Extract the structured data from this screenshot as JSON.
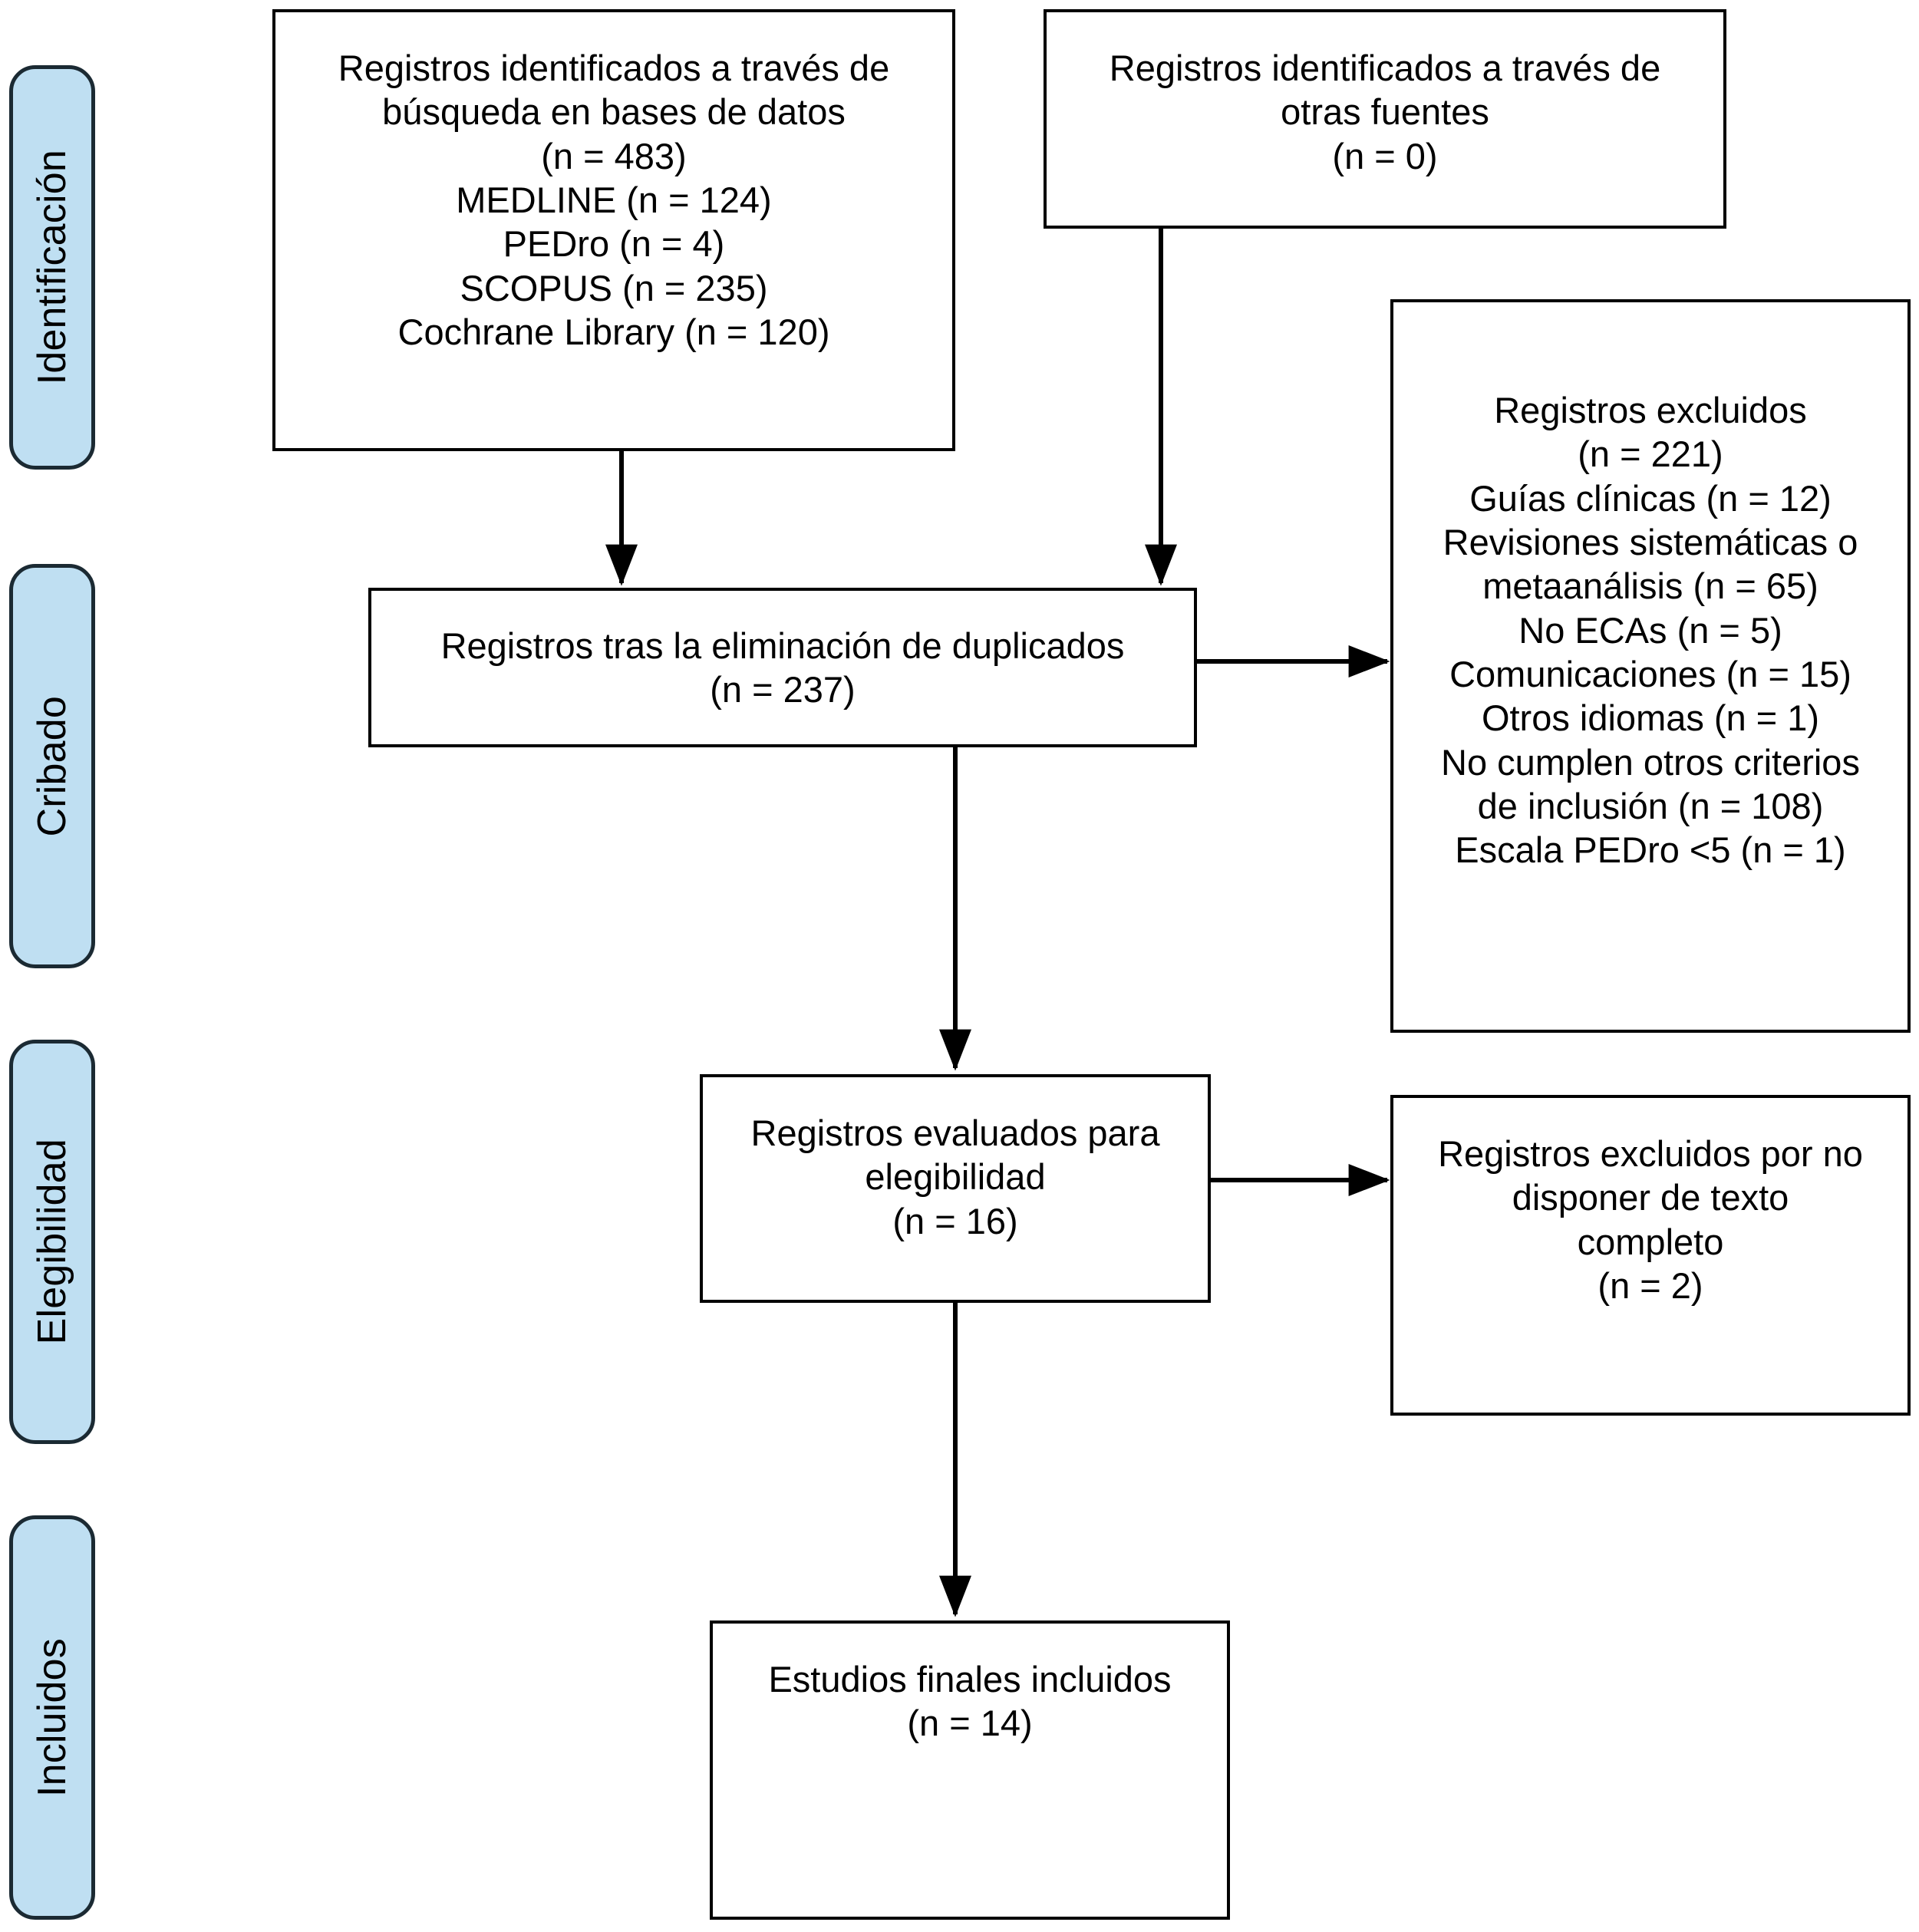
{
  "diagram": {
    "type": "prisma-flow-diagram",
    "language": "es",
    "accent_color": "#bfdff2",
    "border_color": "#1b2a33",
    "box_border_color": "#000000",
    "background": "#ffffff"
  },
  "phases": [
    {
      "id": "identificacion",
      "label": "Identificación"
    },
    {
      "id": "cribado",
      "label": "Cribado"
    },
    {
      "id": "elegibilidad",
      "label": "Elegibilidad"
    },
    {
      "id": "incluidos",
      "label": "Incluidos"
    }
  ],
  "boxes": {
    "databases": {
      "id": "records-identified-databases",
      "lines": [
        "Registros identificados a través de",
        "búsqueda en bases de datos",
        "(n = 483)",
        "MEDLINE (n = 124)",
        "PEDro (n = 4)",
        "SCOPUS (n = 235)",
        "Cochrane Library (n = 120)"
      ]
    },
    "other_sources": {
      "id": "records-identified-other-sources",
      "lines": [
        "Registros identificados a través de",
        "otras fuentes",
        "(n = 0)"
      ]
    },
    "deduplicated": {
      "id": "records-after-duplicates-removed",
      "lines": [
        "Registros tras la eliminación de duplicados",
        "(n = 237)"
      ]
    },
    "excluded_screening": {
      "id": "records-excluded-screening",
      "lines": [
        "Registros excluidos",
        "(n = 221)",
        "Guías clínicas (n = 12)",
        "Revisiones sistemáticas o",
        "metaanálisis (n = 65)",
        "No ECAs (n = 5)",
        "Comunicaciones (n = 15)",
        "Otros idiomas (n = 1)",
        "No cumplen otros criterios",
        "de inclusión (n = 108)",
        "Escala PEDro <5 (n = 1)"
      ]
    },
    "eligibility": {
      "id": "records-assessed-for-eligibility",
      "lines": [
        "Registros evaluados para",
        "elegibilidad",
        "(n = 16)"
      ]
    },
    "excluded_fulltext": {
      "id": "records-excluded-no-full-text",
      "lines": [
        "Registros excluidos por no",
        "disponer de texto",
        "completo",
        "(n = 2)"
      ]
    },
    "included": {
      "id": "final-studies-included",
      "lines": [
        "Estudios finales incluidos",
        "(n = 14)"
      ]
    }
  },
  "counts": {
    "total_database_records": 483,
    "medline": 124,
    "pedro": 4,
    "scopus": 235,
    "cochrane_library": 120,
    "other_sources": 0,
    "after_duplicates_removed": 237,
    "excluded_screening_total": 221,
    "excluded_clinical_guidelines": 12,
    "excluded_systematic_reviews_metaanalysis": 65,
    "excluded_non_rct": 5,
    "excluded_communications": 15,
    "excluded_other_languages": 1,
    "excluded_other_inclusion_criteria": 108,
    "excluded_pedro_scale_lt5": 1,
    "assessed_for_eligibility": 16,
    "excluded_no_full_text": 2,
    "final_included": 14
  },
  "arrows": [
    {
      "id": "databases-to-deduplicated",
      "from": "databases",
      "to": "deduplicated",
      "direction": "down"
    },
    {
      "id": "other-sources-to-deduplicated",
      "from": "other_sources",
      "to": "deduplicated",
      "direction": "down"
    },
    {
      "id": "deduplicated-to-excluded-screening",
      "from": "deduplicated",
      "to": "excluded_screening",
      "direction": "right"
    },
    {
      "id": "deduplicated-to-eligibility",
      "from": "deduplicated",
      "to": "eligibility",
      "direction": "down"
    },
    {
      "id": "eligibility-to-excluded-fulltext",
      "from": "eligibility",
      "to": "excluded_fulltext",
      "direction": "right"
    },
    {
      "id": "eligibility-to-included",
      "from": "eligibility",
      "to": "included",
      "direction": "down"
    }
  ]
}
